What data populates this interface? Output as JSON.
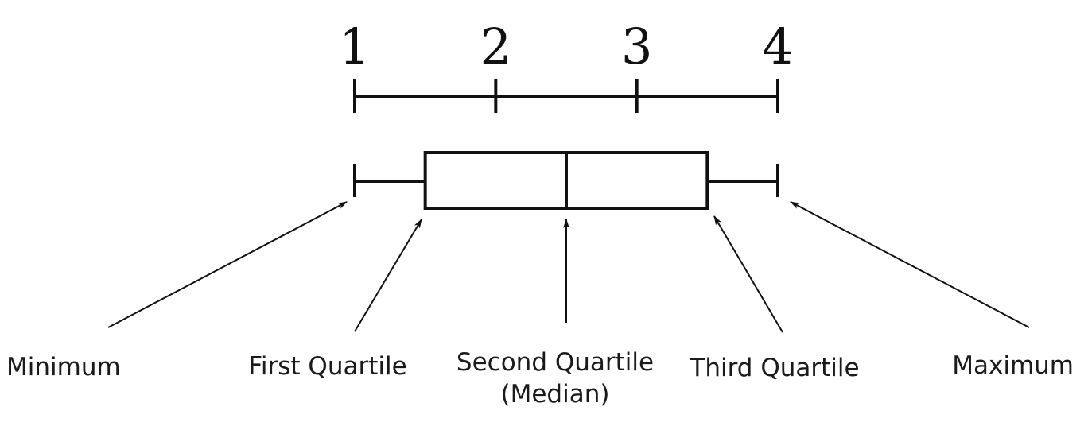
{
  "chart_data": {
    "type": "boxplot",
    "axis": {
      "ticks": [
        1,
        2,
        3,
        4
      ],
      "tick_labels": [
        "1",
        "2",
        "3",
        "4"
      ],
      "xlim": [
        1,
        4
      ]
    },
    "box": {
      "min": 1,
      "q1": 1.5,
      "median": 2.5,
      "q3": 3.5,
      "max": 4
    },
    "annotations": [
      {
        "key": "min",
        "label_lines": [
          "Minimum"
        ]
      },
      {
        "key": "q1",
        "label_lines": [
          "First Quartile"
        ]
      },
      {
        "key": "median",
        "label_lines": [
          "Second Quartile",
          "(Median)"
        ]
      },
      {
        "key": "q3",
        "label_lines": [
          "Third Quartile"
        ]
      },
      {
        "key": "max",
        "label_lines": [
          "Maximum"
        ]
      }
    ]
  },
  "colors": {
    "ink": "#111111",
    "background": "#ffffff"
  }
}
